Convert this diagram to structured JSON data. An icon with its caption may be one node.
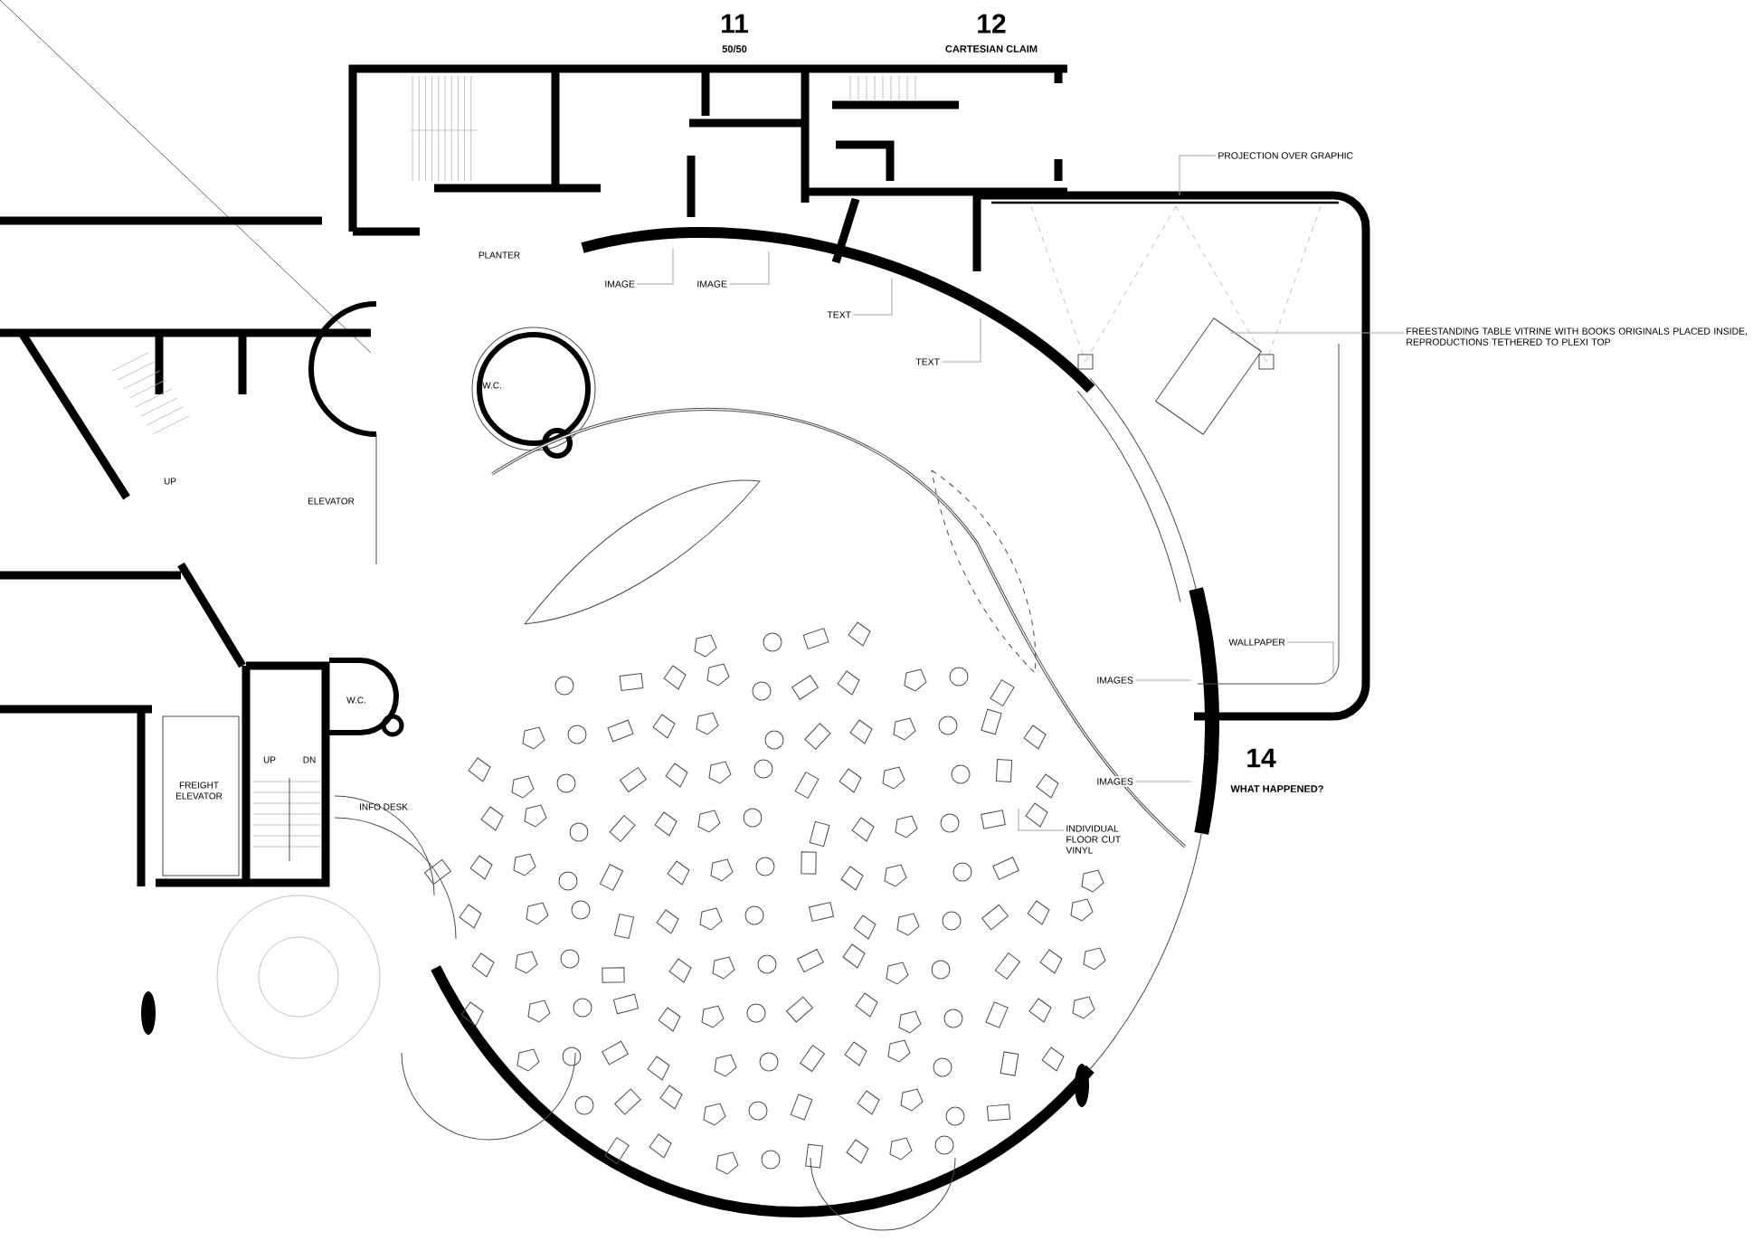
{
  "diagram": {
    "nodes": [
      {
        "text": [
          "PROJECTION OVER GRAPHIC"
        ]
      },
      {
        "text": [
          "IMAGE"
        ]
      },
      {
        "text": [
          "IMAGE"
        ]
      },
      {
        "text": [
          "TEXT"
        ]
      },
      {
        "text": [
          "FREESTANDING TABLE VITRINE WITH BOOKS ORIGINALS PLACED INSIDE, REPRODUCTIONS TETHERED TO PLEXI TOP"
        ]
      },
      {
        "text": [
          "TEXT"
        ]
      },
      {
        "text": [
          "WALLPAPER"
        ]
      },
      {
        "text": [
          "IMAGES"
        ]
      },
      {
        "text": [
          "IMAGES"
        ]
      },
      {
        "text": [
          "INDIVIDUAL FLOOR CUT VINYL"
        ]
      }
    ],
    "edges": [
      {
        "from": 0,
        "to": null,
        "arrow": "none"
      },
      {
        "from": 1,
        "to": null,
        "arrow": "none"
      },
      {
        "from": 2,
        "to": null,
        "arrow": "none"
      },
      {
        "from": 3,
        "to": null,
        "arrow": "none"
      },
      {
        "from": 4,
        "to": null,
        "arrow": "none"
      },
      {
        "from": 5,
        "to": null,
        "arrow": "none"
      },
      {
        "from": 6,
        "to": null,
        "arrow": "none"
      },
      {
        "from": 7,
        "to": null,
        "arrow": "none"
      },
      {
        "from": 8,
        "to": null,
        "arrow": "none"
      },
      {
        "from": 9,
        "to": null,
        "arrow": "none"
      }
    ],
    "labels": [
      "11",
      "12",
      "50/50",
      "CARTESIAN CLAIM",
      "PLANTER",
      "W.C.",
      "UP",
      "ELEVATOR",
      "W.C.",
      "14",
      "WHAT HAPPENED?",
      "UP",
      "DN",
      "FREIGHT ELEVATOR",
      "INFO DESK"
    ]
  }
}
